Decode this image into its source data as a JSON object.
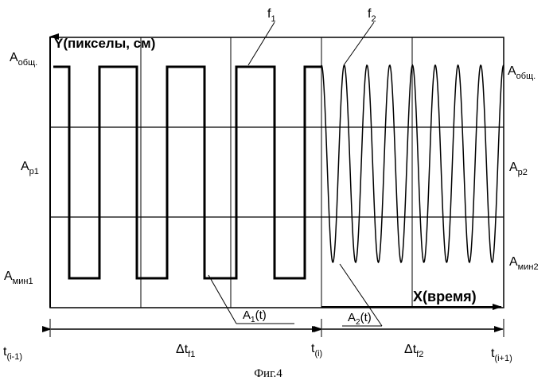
{
  "figure": {
    "axis_y_label": "Y(пикселы, см)",
    "axis_x_label": "X(время)",
    "caption": "Фиг.4"
  },
  "left_labels": {
    "top": {
      "main": "A",
      "sub": "общ."
    },
    "mid": {
      "main": "A",
      "sub": "p1"
    },
    "bottom": {
      "main": "A",
      "sub": "мин1"
    }
  },
  "right_labels": {
    "top": {
      "main": "A",
      "sub": "общ."
    },
    "mid": {
      "main": "A",
      "sub": "p2"
    },
    "bottom": {
      "main": "A",
      "sub": "мин2"
    }
  },
  "signal_labels": {
    "f1": {
      "main": "f",
      "sub": "1"
    },
    "f2": {
      "main": "f",
      "sub": "2"
    },
    "a1": {
      "main": "A",
      "sub": "1",
      "suffix": "(t)"
    },
    "a2": {
      "main": "A",
      "sub": "2",
      "suffix": "(t)"
    }
  },
  "time_labels": {
    "t_prev": {
      "main": "t",
      "sub": "(i-1)"
    },
    "t_i": {
      "main": "t",
      "sub": "(i)"
    },
    "t_next": {
      "main": "t",
      "sub": "(i+1)"
    },
    "dt1": {
      "main": "Δt",
      "sub": "f1"
    },
    "dt2": {
      "main": "Δt",
      "sub": "f2"
    }
  }
}
